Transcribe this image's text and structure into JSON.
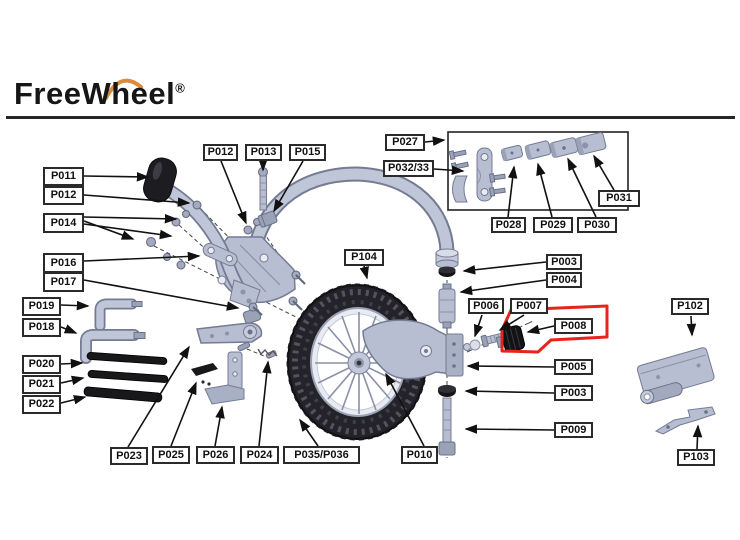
{
  "logo": {
    "brand": "FreeWheel",
    "registered_mark": "®",
    "swoosh_color": "#dd8a3c",
    "text_color": "#161616"
  },
  "diagram": {
    "highlight_color": "#e8231c",
    "label_border_color": "#2a2a2a",
    "part_fill_color": "#b7bed2",
    "part_outline_color": "#747b92",
    "labels": {
      "p011": "P011",
      "p012_left": "P012",
      "p014": "P014",
      "p016": "P016",
      "p017": "P017",
      "p019": "P019",
      "p018": "P018",
      "p020": "P020",
      "p021": "P021",
      "p022": "P022",
      "p023": "P023",
      "p025": "P025",
      "p026": "P026",
      "p024": "P024",
      "p035_036": "P035/P036",
      "p010": "P010",
      "p012_top": "P012",
      "p013": "P013",
      "p015": "P015",
      "p104": "P104",
      "p027": "P027",
      "p032_33": "P032/33",
      "p028": "P028",
      "p029": "P029",
      "p030": "P030",
      "p031": "P031",
      "p003_upper": "P003",
      "p004": "P004",
      "p006": "P006",
      "p007": "P007",
      "p008": "P008",
      "p005": "P005",
      "p003_lower": "P003",
      "p009": "P009",
      "p102": "P102",
      "p103": "P103"
    }
  }
}
